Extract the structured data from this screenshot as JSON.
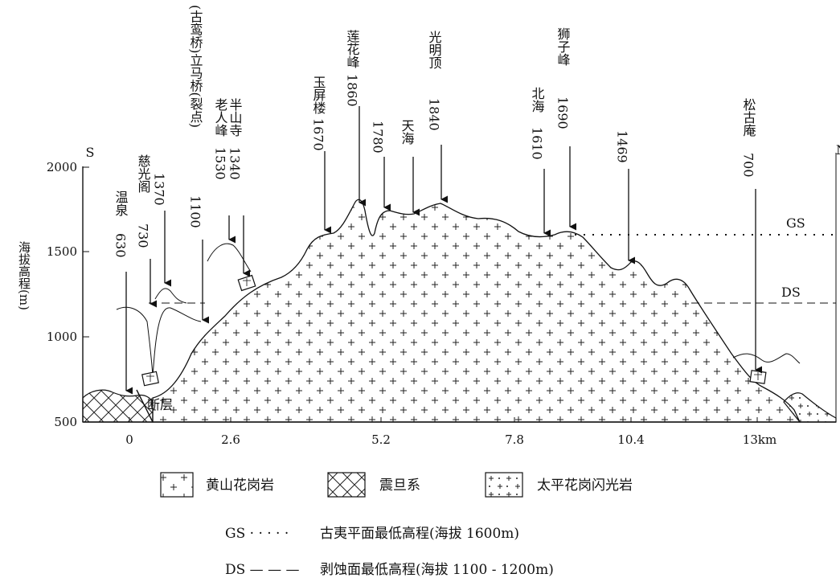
{
  "axis": {
    "ylabel": "海拔高程(m)",
    "yticks": [
      "2000",
      "1500",
      "1000",
      "500"
    ],
    "xticks": [
      "0",
      "2.6",
      "5.2",
      "7.8",
      "10.4",
      "13km"
    ],
    "south": "S",
    "north": "N"
  },
  "labels": {
    "wenquan_name": "温泉",
    "wenquan_el": "630",
    "ciguang_name": "慈光阁",
    "ciguang_el": "730",
    "ciguang_peak": "1370",
    "liqiao_name": "(古鸾桥)立马桥(裂点)",
    "liqiao_el": "1100",
    "laoren_name": "老人峰",
    "laoren_el": "1530",
    "banshan_name": "半山寺",
    "banshan_el": "1340",
    "yuping_name": "玉屏楼",
    "yuping_el": "1670",
    "lianhua_name": "莲花峰",
    "lianhua_el": "1860",
    "p1780": "1780",
    "tianhai_name": "天海",
    "guangming_name": "光明顶",
    "guangming_el": "1840",
    "beihai_name": "北海",
    "beihai_el": "1610",
    "shizi_name": "狮子峰",
    "shizi_el": "1690",
    "p1469": "1469",
    "songgu_name": "松古庵",
    "songgu_el": "700",
    "duanceng": "断层",
    "gs_tag": "GS",
    "ds_tag": "DS"
  },
  "legend": {
    "huangshan_granite": "黄山花岗岩",
    "sinian": "震旦系",
    "taiping_granodiorite": "太平花岗闪光岩",
    "gs_line": "GS · · · · ·",
    "gs_desc": "古夷平面最低高程(海拔 1600m)",
    "ds_line": "DS — — —",
    "ds_desc": "剥蚀面最低高程(海拔 1100 - 1200m)"
  }
}
